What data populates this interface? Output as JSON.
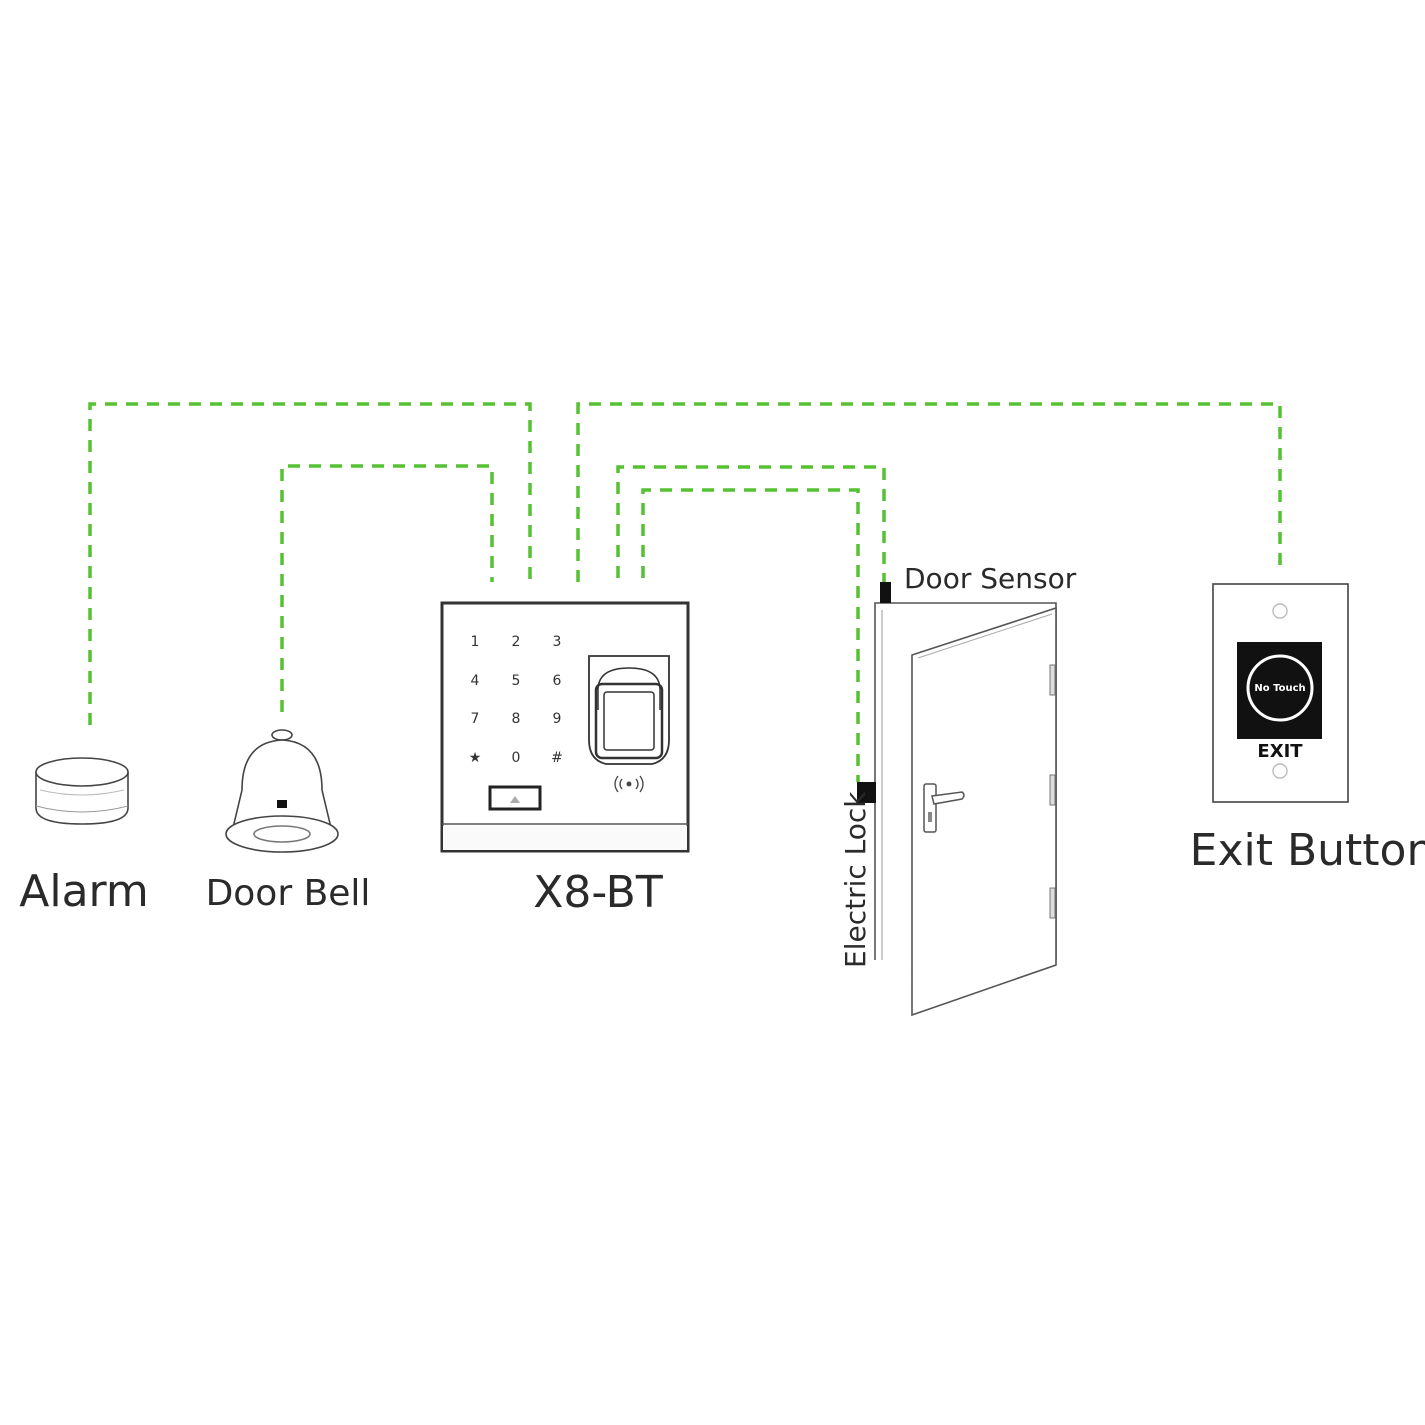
{
  "labels": {
    "alarm": "Alarm",
    "door_bell": "Door Bell",
    "device": "X8-BT",
    "door_sensor": "Door Sensor",
    "electric_lock": "Electric Lock",
    "exit_button": "Exit Button"
  },
  "keypad": {
    "keys": [
      "1",
      "2",
      "3",
      "4",
      "5",
      "6",
      "7",
      "8",
      "9",
      "★",
      "0",
      "#"
    ]
  },
  "exit_panel": {
    "touch_text": "No Touch",
    "exit_text": "EXIT"
  },
  "colors": {
    "wire": "#55c234",
    "outline": "#333333"
  }
}
